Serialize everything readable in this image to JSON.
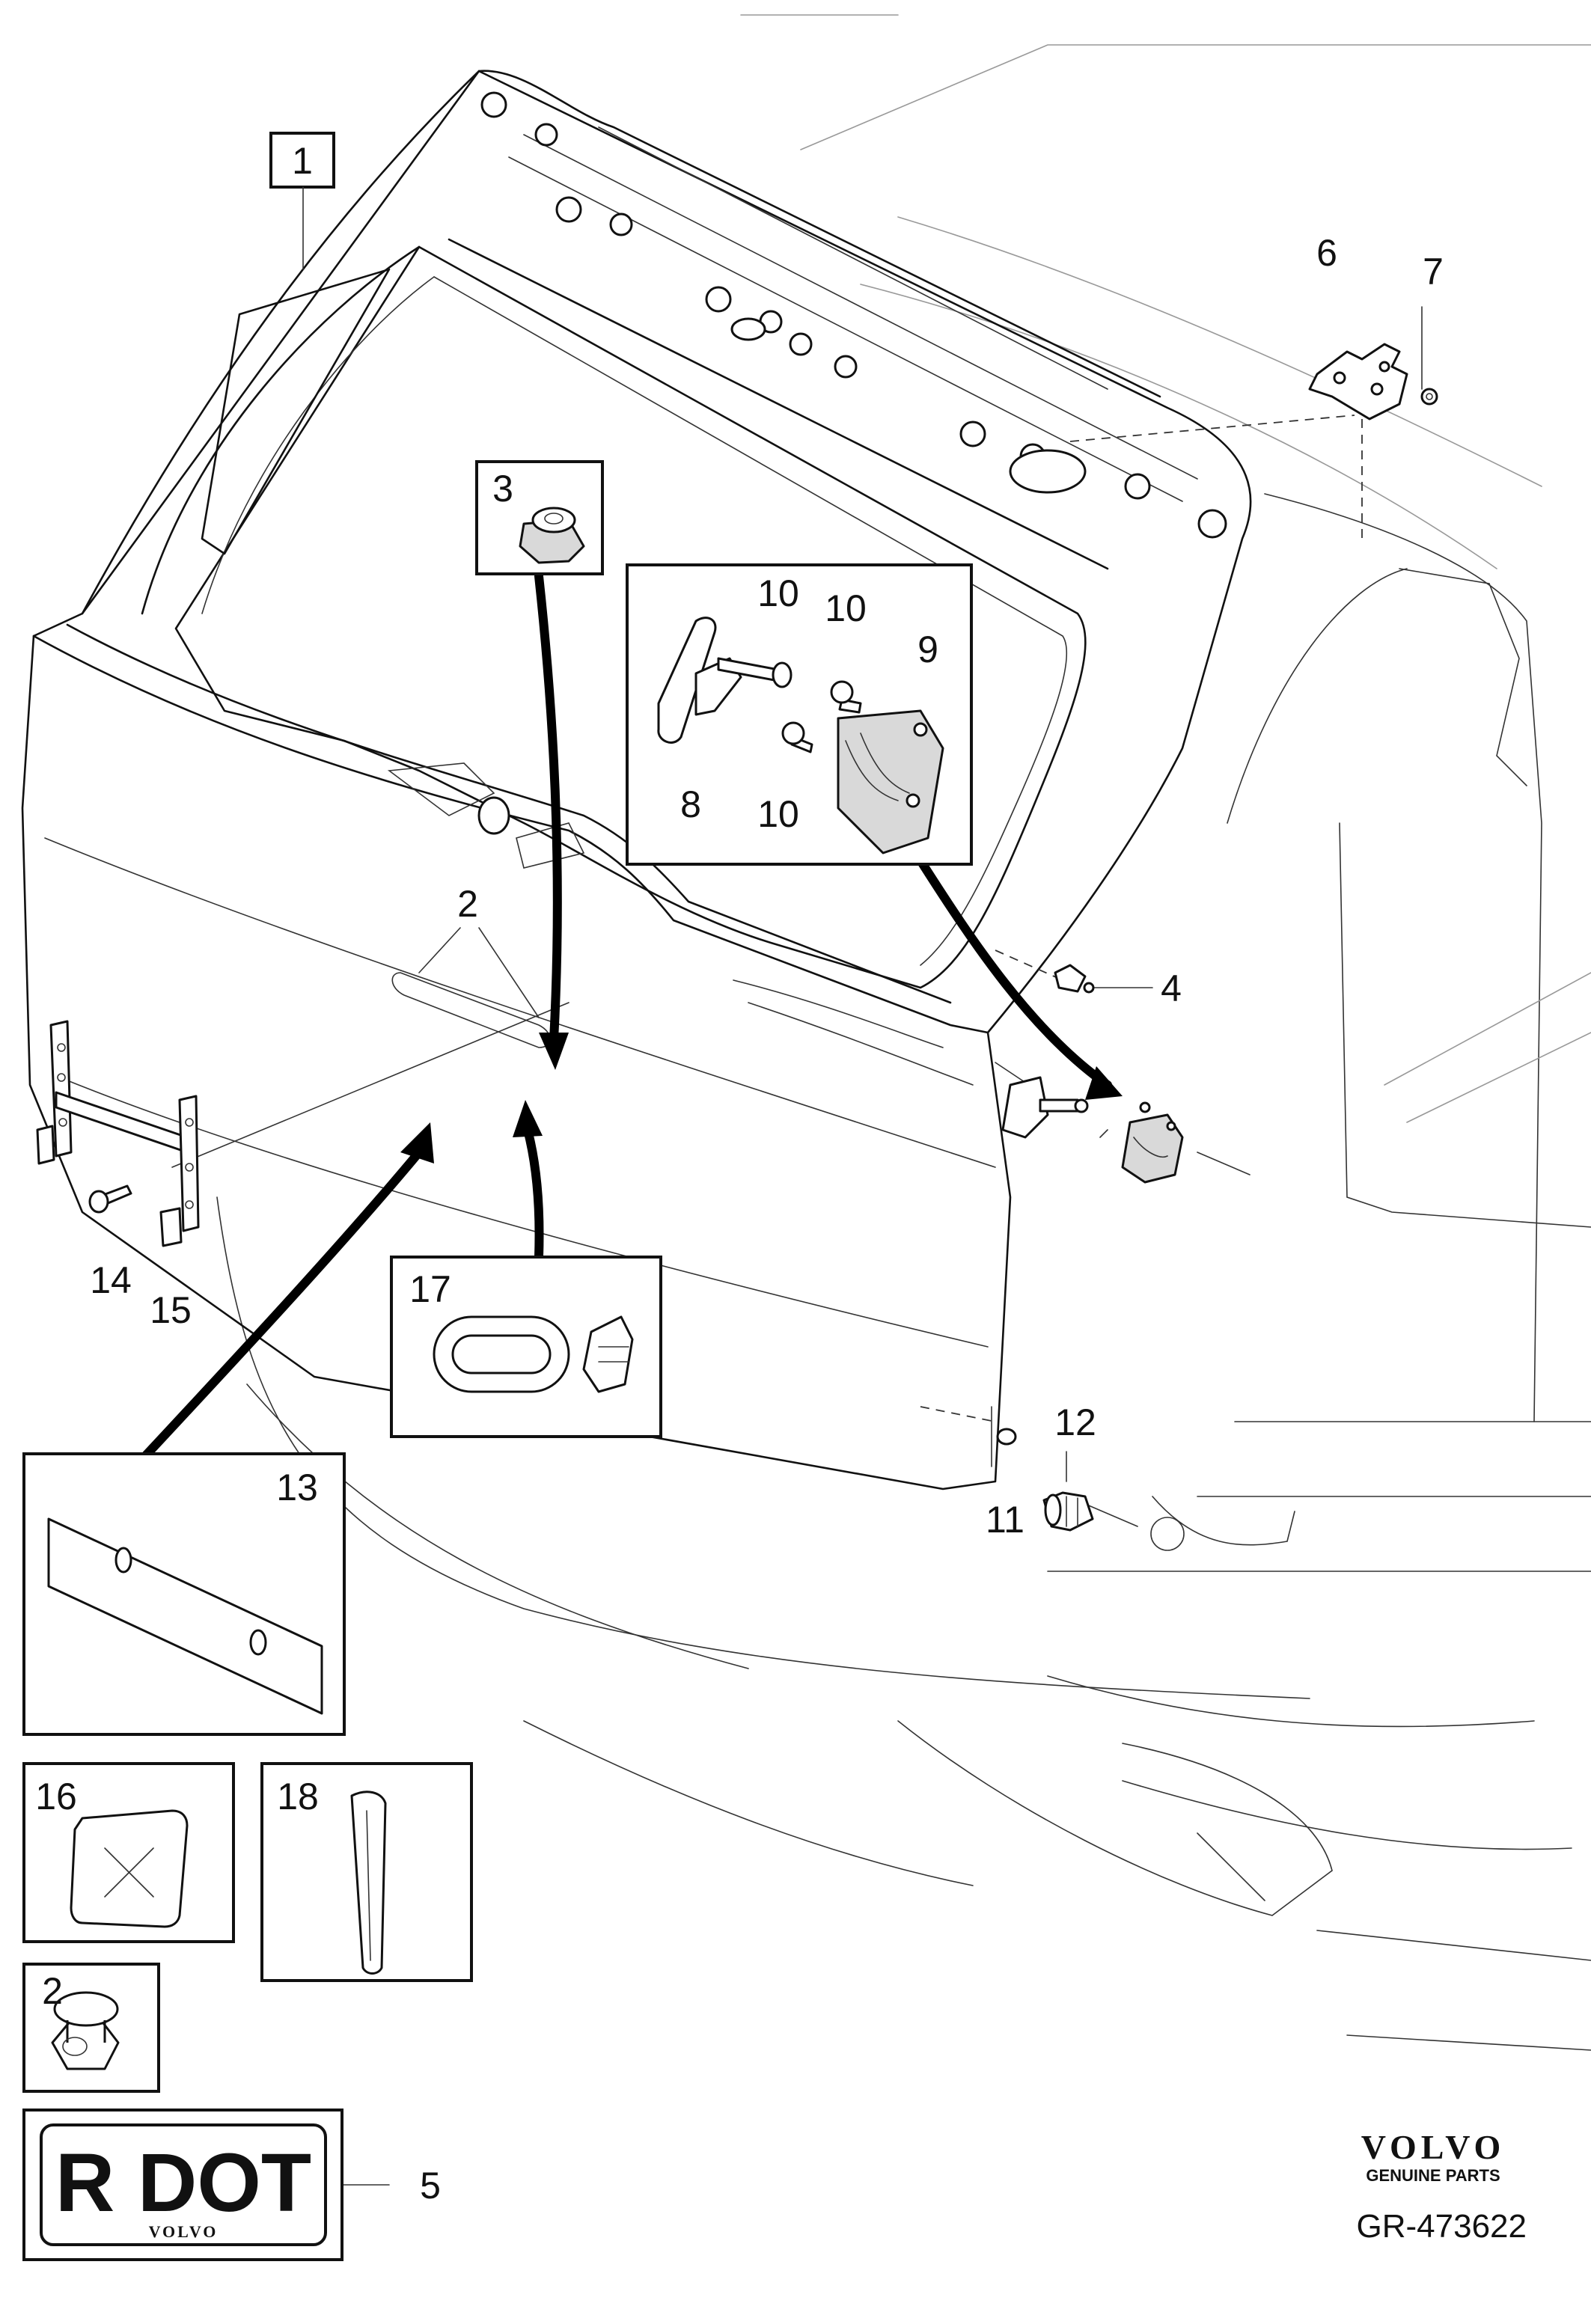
{
  "callouts": {
    "c1": "1",
    "c2": "2",
    "c2b": "2",
    "c3": "3",
    "c4": "4",
    "c5": "5",
    "c6": "6",
    "c7": "7",
    "c8": "8",
    "c9": "9",
    "c10a": "10",
    "c10b": "10",
    "c10c": "10",
    "c11": "11",
    "c12": "12",
    "c13": "13",
    "c14": "14",
    "c15": "15",
    "c16": "16",
    "c17": "17",
    "c18": "18"
  },
  "plate": {
    "text": "R DOT",
    "subtext": "VOLVO"
  },
  "branding": {
    "logo": "VOLVO",
    "tagline": "GENUINE PARTS"
  },
  "reference": "GR-473622",
  "colors": {
    "ink": "#111111",
    "background": "#ffffff",
    "shade": "#d9d9d9"
  }
}
